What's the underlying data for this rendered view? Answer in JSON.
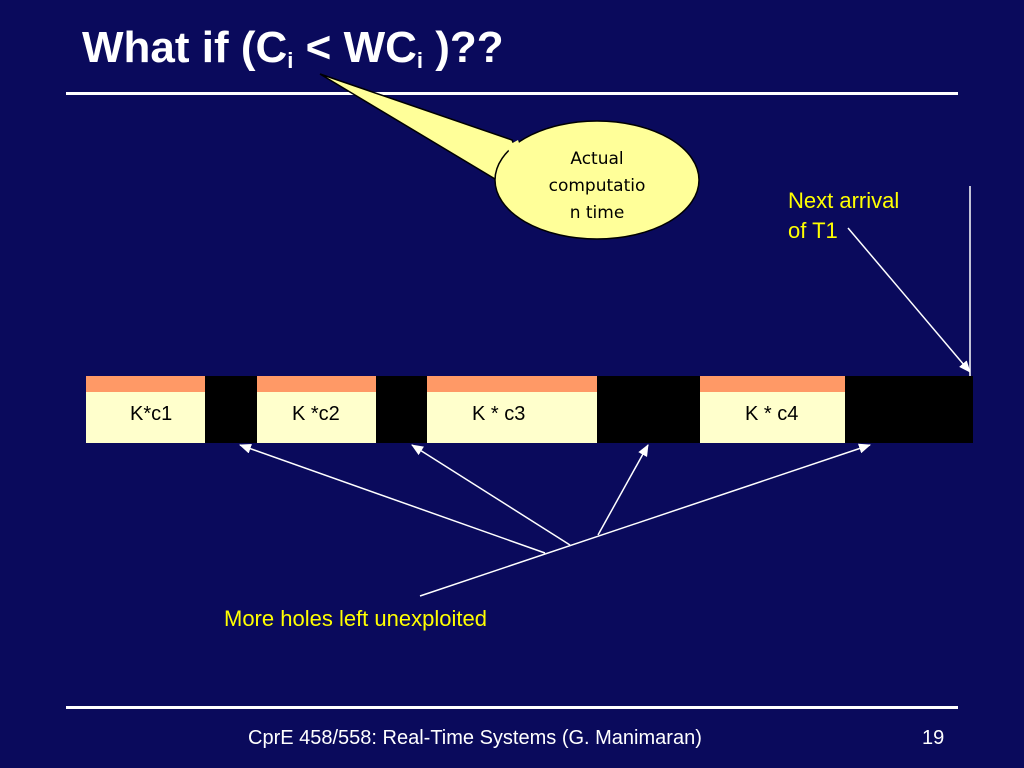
{
  "slide": {
    "title_parts": [
      "What if (C",
      "i",
      " < WC",
      "i",
      " )??"
    ],
    "callout": [
      "Actual",
      "computatio",
      "n time"
    ],
    "next_arrival": [
      "Next arrival",
      "of T1"
    ],
    "blocks": [
      "K*c1",
      "K *c2",
      "K * c3",
      "K * c4"
    ],
    "holes_label": "More holes left unexploited",
    "footer": {
      "course": "CprE 458/558: Real-Time Systems (G. Manimaran)",
      "page": "19"
    }
  },
  "colors": {
    "background": "#0a0a5c",
    "title": "#ffffff",
    "label_yellow": "#ffff00",
    "callout_fill": "#ffff99",
    "block_fill": "#ffffcc",
    "block_top": "#ff9966",
    "gap_fill": "#000000"
  }
}
